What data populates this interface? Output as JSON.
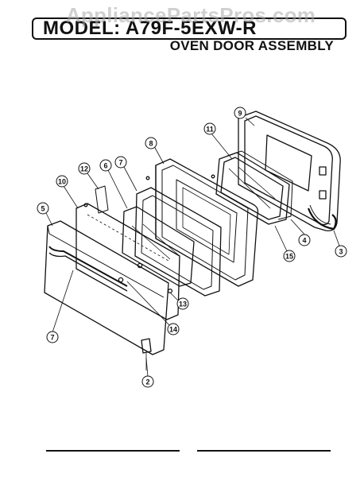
{
  "watermark": "AppliancePartsPros.com",
  "header": {
    "model": "MODEL: A79F-5EXW-R"
  },
  "title": "OVEN DOOR ASSEMBLY",
  "callouts": [
    "9",
    "11",
    "8",
    "7",
    "6",
    "12",
    "10",
    "5",
    "4",
    "3",
    "15",
    "13",
    "14",
    "7",
    "2"
  ],
  "colors": {
    "ink": "#111111",
    "watermark": "#aaaaaa"
  }
}
